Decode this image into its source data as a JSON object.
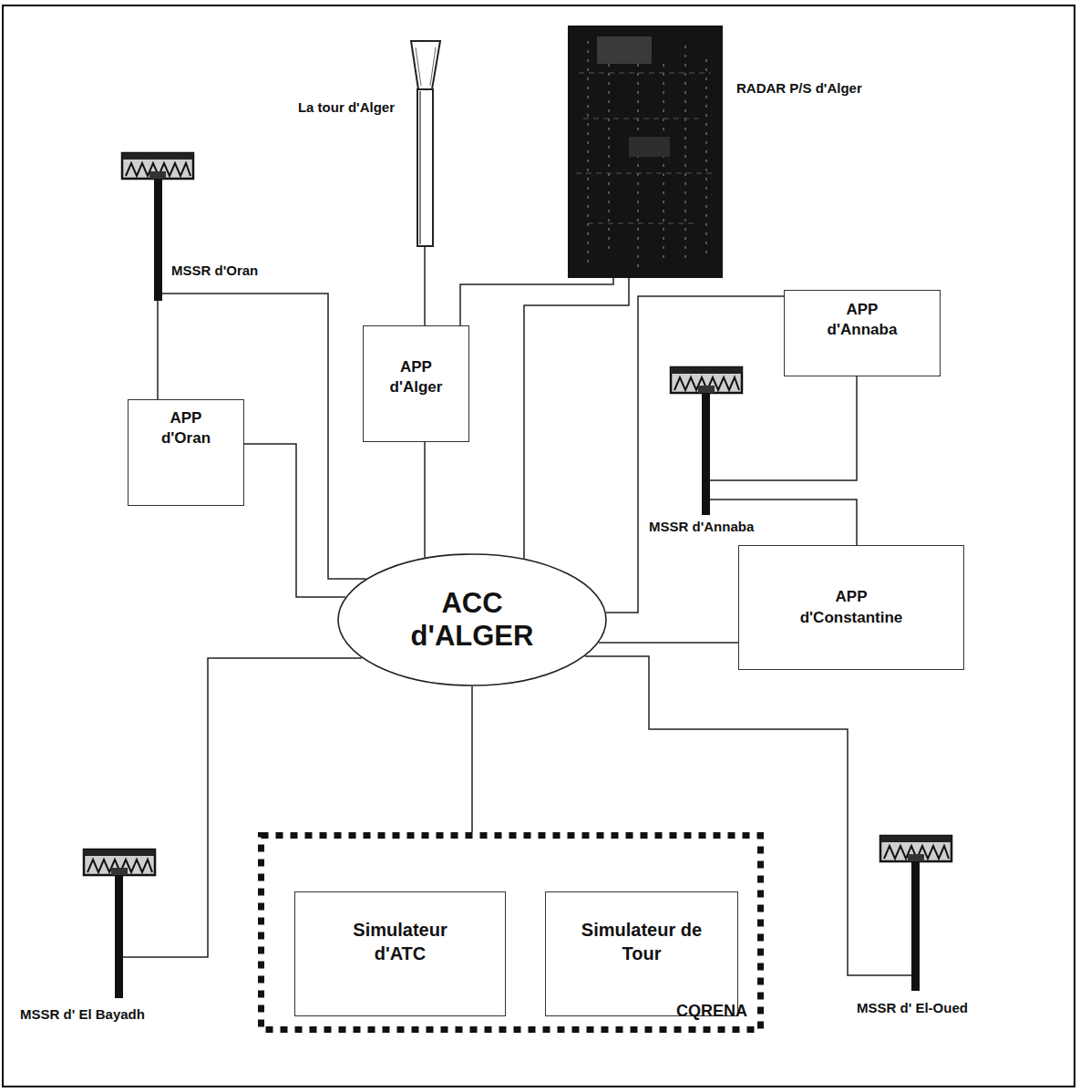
{
  "diagram": {
    "nodes": [
      {
        "text": [
          "La tour d'Alger"
        ]
      },
      {
        "text": [
          "RADAR P/S d'Alger"
        ]
      },
      {
        "text": [
          "MSSR d'Oran"
        ]
      },
      {
        "text": [
          "APP d'Annaba"
        ]
      },
      {
        "text": [
          "APP d'Alger"
        ]
      },
      {
        "text": [
          "MSSR d'Annaba"
        ]
      },
      {
        "text": [
          "APP d'Oran"
        ]
      },
      {
        "text": [
          "ACC d'ALGER"
        ]
      },
      {
        "text": [
          "APP d'Constantine"
        ]
      },
      {
        "text": [
          "MSSR d' El Bayadh"
        ]
      },
      {
        "text": [
          "CQRENA"
        ]
      },
      {
        "text": [
          "Simulateur d'ATC"
        ],
        "in": 10
      },
      {
        "text": [
          "Simulateur de Tour"
        ],
        "in": 10
      },
      {
        "text": [
          "MSSR d' El-Oued"
        ]
      }
    ],
    "edges": [
      {
        "from": 0,
        "to": 4,
        "arrow": "none"
      },
      {
        "from": 1,
        "to": 4,
        "arrow": "none"
      },
      {
        "from": 1,
        "to": 7,
        "arrow": "none"
      },
      {
        "from": 2,
        "to": 6,
        "arrow": "none"
      },
      {
        "from": 2,
        "to": 7,
        "arrow": "none"
      },
      {
        "from": 6,
        "to": 7,
        "arrow": "none"
      },
      {
        "from": 4,
        "to": 7,
        "arrow": "none"
      },
      {
        "from": 3,
        "to": 7,
        "arrow": "none"
      },
      {
        "from": 3,
        "to": 5,
        "arrow": "none"
      },
      {
        "from": 5,
        "to": 8,
        "arrow": "none"
      },
      {
        "from": 8,
        "to": 7,
        "arrow": "none"
      },
      {
        "from": 7,
        "to": 9,
        "arrow": "none"
      },
      {
        "from": 7,
        "to": 10,
        "arrow": "none"
      },
      {
        "from": 7,
        "to": 13,
        "arrow": "none"
      }
    ]
  }
}
